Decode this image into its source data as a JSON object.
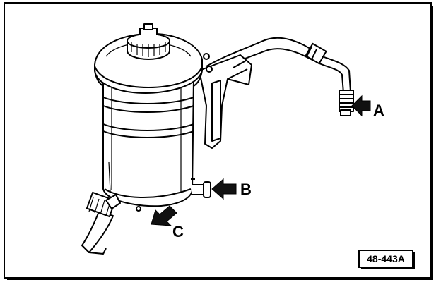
{
  "figure": {
    "reference_code": "48-443A",
    "callouts": {
      "a": "A",
      "b": "B",
      "c": "C"
    },
    "line_color": "#000000",
    "background_color": "#ffffff",
    "shade_color": "#111111"
  }
}
